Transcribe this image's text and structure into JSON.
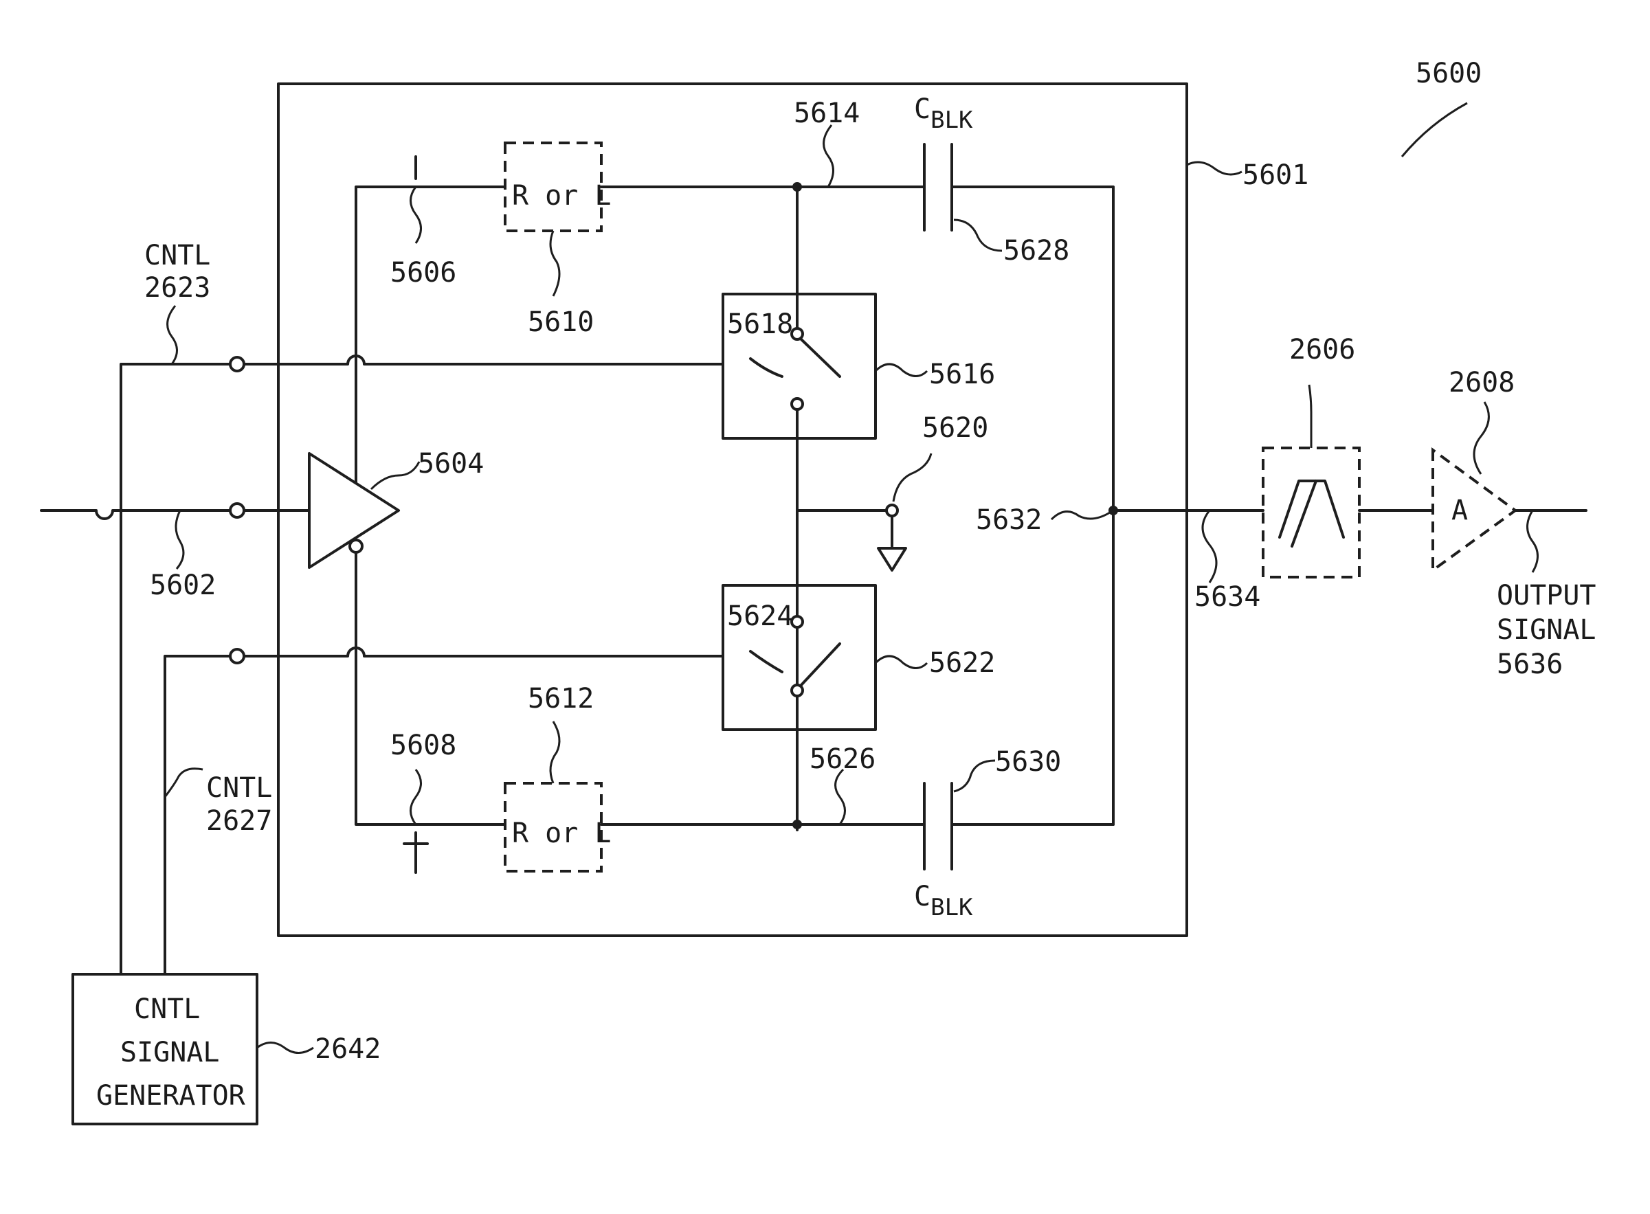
{
  "figure_number": "5600",
  "refs": {
    "outer_box": "5601",
    "input_node": "5602",
    "amplifier": "5604",
    "i_path": "5606",
    "q_path": "5608",
    "impedance_top": "5610",
    "impedance_bottom": "5612",
    "top_node": "5614",
    "switch_top_box": "5616",
    "switch_top": "5618",
    "ground_node": "5620",
    "switch_bottom_box": "5622",
    "switch_bottom": "5624",
    "bottom_node": "5626",
    "cap_top": "5628",
    "cap_bottom": "5630",
    "sum_node": "5632",
    "output_line": "5634",
    "filter": "2606",
    "output_amp": "2608",
    "cntl_generator_ref": "2642"
  },
  "labels": {
    "i_mark": "I",
    "q_mark": "T",
    "r_or_l": "R or L",
    "c_blk_main": "C",
    "c_blk_sub": "BLK",
    "cntl_top": "CNTL",
    "cntl_top_num": "2623",
    "cntl_bottom": "CNTL",
    "cntl_bottom_num": "2627",
    "amp_letter": "A",
    "output_line1": "OUTPUT",
    "output_line2": "SIGNAL",
    "output_line3": "5636",
    "generator_line1": "CNTL",
    "generator_line2": "SIGNAL",
    "generator_line3": "GENERATOR"
  }
}
